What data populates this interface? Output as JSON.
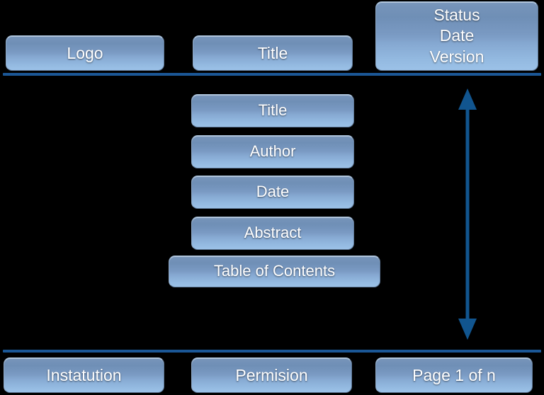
{
  "header": {
    "logo": {
      "label": "Logo"
    },
    "title": {
      "label": "Title"
    },
    "meta": {
      "status": "Status",
      "date": "Date",
      "version": "Version"
    }
  },
  "body": {
    "blocks": [
      {
        "label": "Title"
      },
      {
        "label": "Author"
      },
      {
        "label": "Date"
      },
      {
        "label": "Abstract"
      }
    ],
    "toc": {
      "label": "Table of Contents"
    }
  },
  "footer": {
    "institution": {
      "label": "Instatution"
    },
    "permission": {
      "label": "Permision"
    },
    "page": {
      "label": "Page 1 of n"
    }
  },
  "decor": {
    "arrow_name": "vertical-double-arrow",
    "rule_color": "#1b5796",
    "arrow_color": "#11558f",
    "box_top_color": "#6f8fb6",
    "box_bottom_color": "#9cc2e8",
    "text_color": "#ffffff",
    "background_color": "#000000"
  }
}
